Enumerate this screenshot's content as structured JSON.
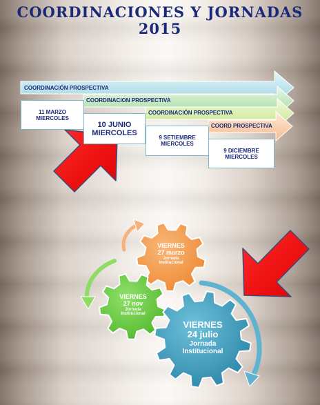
{
  "title": {
    "line1": "COORDINACIONES Y JORNADAS",
    "line2": "2015"
  },
  "timeline": {
    "bands": [
      {
        "label": "COORDINACIÓN PROSPECTIVA",
        "color": "#bfe6ee"
      },
      {
        "label": "COORDINACION PROSPECTIVA",
        "color": "#c8e9c6"
      },
      {
        "label": "COORDINACIÓN PROSPECTIVA",
        "color": "#dcf0b4"
      },
      {
        "label": "COORD PROSPECTIVA",
        "color": "#fbd6b4"
      }
    ],
    "dates": [
      {
        "line1": "11 MARZO",
        "line2": "MIERCOLES"
      },
      {
        "line1": "10 JUNIO",
        "line2": "MIERCOLES"
      },
      {
        "line1": "9 SETIEMBRE",
        "line2": "MIERCOLES"
      },
      {
        "line1": "9 DICIEMBRE",
        "line2": "MIERCOLES"
      }
    ]
  },
  "gears": [
    {
      "day": "VIERNES",
      "date": "27 marzo",
      "event_line1": "Jornada",
      "event_line2": "Institucional",
      "color": "#f39c4f"
    },
    {
      "day": "VIERNES",
      "date": "27 nov",
      "event_line1": "Jornada",
      "event_line2": "Institucional",
      "color": "#72cf49"
    },
    {
      "day": "VIERNES",
      "date": "24 julio",
      "event_line1": "Jornada",
      "event_line2": "Institucional",
      "color": "#4aa3c3"
    }
  ],
  "colors": {
    "arrow_red": "#ff0000",
    "title_navy": "#1b2a78"
  }
}
